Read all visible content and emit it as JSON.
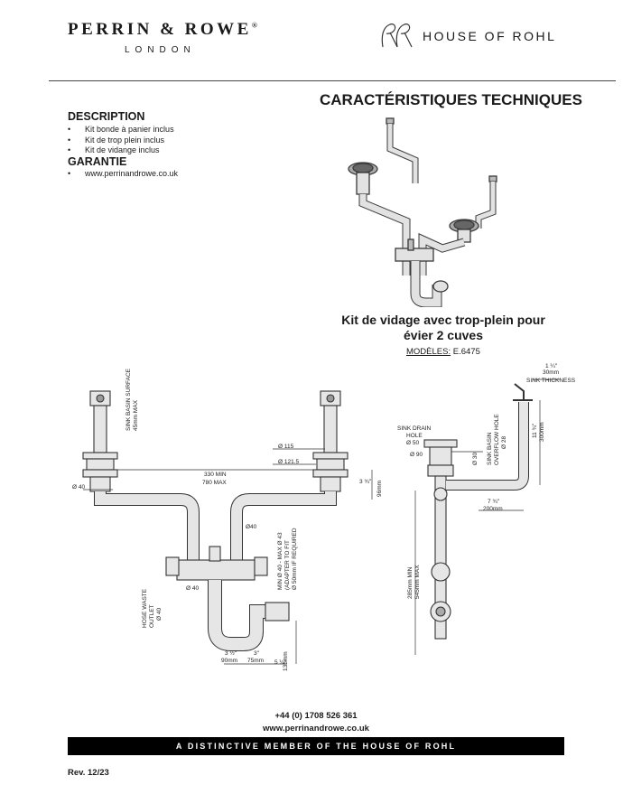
{
  "header": {
    "brand_name": "PERRIN & ROWE",
    "brand_trademark": "®",
    "brand_location": "LONDON",
    "partner_brand": "HOUSE OF ROHL"
  },
  "title": "CARACTÉRISTIQUES TECHNIQUES",
  "description": {
    "heading": "DESCRIPTION",
    "items": [
      "Kit bonde à  panier inclus",
      "Kit de trop plein inclus",
      "Kit de vidange inclus"
    ]
  },
  "warranty": {
    "heading": "GARANTIE",
    "items": [
      "www.perrinandrowe.co.uk"
    ]
  },
  "product": {
    "title_line1": "Kit de vidage avec trop-plein pour",
    "title_line2": "évier 2 cuves",
    "models_label": "MODÈLES:",
    "models_value": "E.6475"
  },
  "drawing_labels": {
    "sink_basin_surface": "SINK BASIN SURFACE",
    "max_45": "45mm MAX",
    "d115": "Ø 115",
    "d121": "Ø 121.5",
    "min330": "330 MIN",
    "max780": "780 MAX",
    "d40_left": "Ø 40",
    "in3_5": "3 ¾\"",
    "mm96": "96mm",
    "d40_mid": "Ø40",
    "adapter_1": "MIN Ø 40 - MAX Ø 43",
    "adapter_2": "(ADAPTER TO FIT",
    "adapter_3": "Ø 50mm IF REQUIRED",
    "d40_bottom": "Ø 40",
    "hose_1": "HOSE WASTE",
    "hose_2": "OUTLET",
    "hose_3": "Ø 40",
    "in3_5b": "3 ½\"",
    "mm90": "90mm",
    "in3": "3\"",
    "mm75": "75mm",
    "in5_25": "5 ¼\"",
    "mm135": "135mm",
    "in1_25": "1 ¼\"",
    "mm30": "30mm",
    "sink_thickness": "SINK THICKNESS",
    "drain_1": "SINK DRAIN",
    "drain_2": "HOLE",
    "drain_3": "Ø 50",
    "d90": "Ø 90",
    "d30": "Ø 30",
    "overflow_1": "SINK BASIN",
    "overflow_2": "OVERFLOW HOLE",
    "overflow_3": "Ø 28",
    "in11_75": "11 ¾\"",
    "mm300": "300mm",
    "in7_75": "7 ¾\"",
    "mm200": "200mm",
    "min285": "285mm MIN",
    "max545": "545mm MAX"
  },
  "contact": {
    "phone": "+44 (0) 1708 526 361",
    "website": "www.perrinandrowe.co.uk"
  },
  "footer": {
    "tagline": "A DISTINCTIVE MEMBER OF THE HOUSE OF ROHL",
    "revision": "Rev. 12/23"
  }
}
